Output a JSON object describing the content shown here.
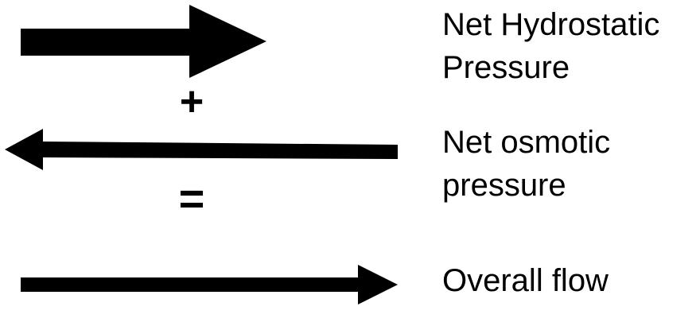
{
  "diagram": {
    "arrows": [
      {
        "name": "hydrostatic-arrow",
        "direction": "right",
        "weight": "thick"
      },
      {
        "name": "osmotic-arrow",
        "direction": "left",
        "weight": "medium"
      },
      {
        "name": "overall-flow-arrow",
        "direction": "right",
        "weight": "medium"
      }
    ],
    "operators": {
      "plus": "+",
      "equals": "="
    },
    "labels": {
      "hydrostatic": {
        "line1": "Net Hydrostatic",
        "line2": "Pressure"
      },
      "osmotic": {
        "line1": "Net osmotic",
        "line2": "pressure"
      },
      "overall_flow": "Overall flow"
    },
    "colors": {
      "arrow": "#000000",
      "text": "#000000",
      "background": "#ffffff"
    }
  }
}
